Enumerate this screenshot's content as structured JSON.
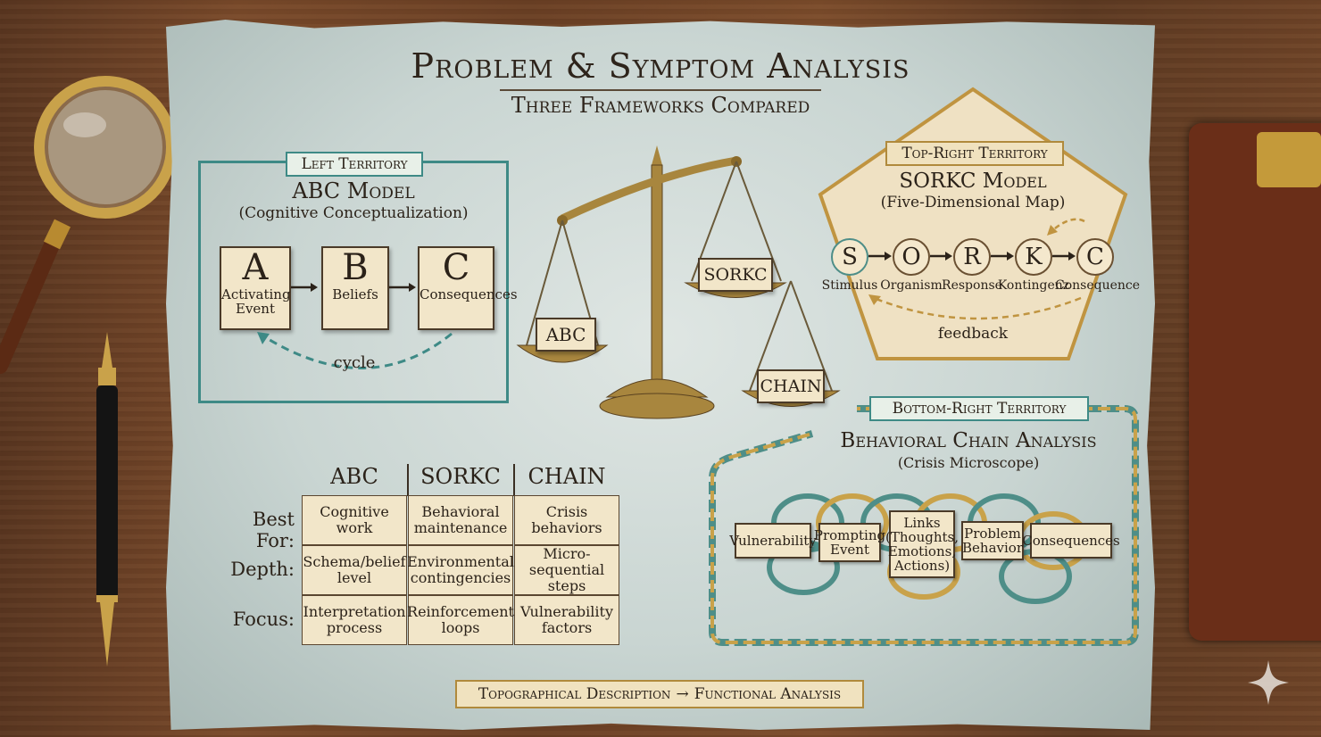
{
  "header": {
    "title": "Problem & Symptom Analysis",
    "subtitle": "Three Frameworks Compared"
  },
  "left": {
    "tag": "Left Territory",
    "title": "ABC Model",
    "subtitle": "(Cognitive Conceptualization)",
    "cards": [
      {
        "letter": "A",
        "label": "Activating Event"
      },
      {
        "letter": "B",
        "label": "Beliefs"
      },
      {
        "letter": "C",
        "label": "Consequences"
      }
    ],
    "cycle_label": "cycle"
  },
  "scale": {
    "pans": [
      "ABC",
      "SORKC",
      "CHAIN"
    ]
  },
  "top_right": {
    "tag": "Top-Right Territory",
    "title": "SORKC Model",
    "subtitle": "(Five-Dimensional Map)",
    "nodes": [
      {
        "letter": "S",
        "label": "Stimulus"
      },
      {
        "letter": "O",
        "label": "Organism"
      },
      {
        "letter": "R",
        "label": "Response"
      },
      {
        "letter": "K",
        "label": "Kontingenz"
      },
      {
        "letter": "C",
        "label": "Consequence"
      }
    ],
    "feedback_label": "feedback"
  },
  "bottom_right": {
    "tag": "Bottom-Right Territory",
    "title": "Behavioral Chain Analysis",
    "subtitle": "(Crisis Microscope)",
    "links": [
      "Vulnerability",
      "Prompting Event",
      "Links (Thoughts, Emotions, Actions)",
      "Problem Behavior",
      "Consequences"
    ]
  },
  "comparison": {
    "columns": [
      "ABC",
      "SORKC",
      "CHAIN"
    ],
    "rows": [
      {
        "label": "Best For:",
        "cells": [
          "Cognitive work",
          "Behavioral maintenance",
          "Crisis behaviors"
        ]
      },
      {
        "label": "Depth:",
        "cells": [
          "Schema/belief level",
          "Environmental contingencies",
          "Micro-sequential steps"
        ]
      },
      {
        "label": "Focus:",
        "cells": [
          "Interpretation process",
          "Reinforcement loops",
          "Vulnerability factors"
        ]
      }
    ]
  },
  "footer": {
    "left": "Topographical Description",
    "arrow": "→",
    "right": "Functional Analysis"
  },
  "colors": {
    "teal": "#3e8a86",
    "gold": "#b08a3c",
    "parchment": "#f2e6c9",
    "brass": "#a8863e"
  }
}
